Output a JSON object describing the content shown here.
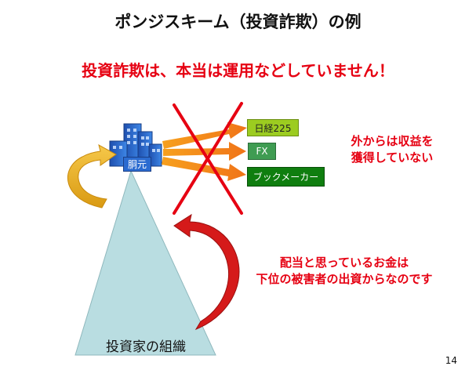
{
  "title": "ポンジスキーム（投資詐欺）の例",
  "subtitle": "投資詐欺は、本当は運用などしていません！",
  "hub_label": "胴元",
  "investments": [
    {
      "label": "日経225",
      "color": "#9ccc20"
    },
    {
      "label": "FX",
      "color": "#3f9c52"
    },
    {
      "label": "ブックメーカー",
      "color": "#0f7e0f"
    }
  ],
  "note_right_top": [
    "外からは収益を",
    "獲得していない"
  ],
  "note_right_bottom": [
    "配当と思っているお金は",
    "下位の被害者の出資からなのです"
  ],
  "pyramid_label": "投資家の組織",
  "page_number": "14",
  "colors": {
    "accent_red": "#e60012",
    "pyramid_fill": "#b9dde1",
    "arrow_orange": "#f28c1a",
    "arrow_yellow": "#f2b21a",
    "hub_blue": "#2b6bd0"
  }
}
